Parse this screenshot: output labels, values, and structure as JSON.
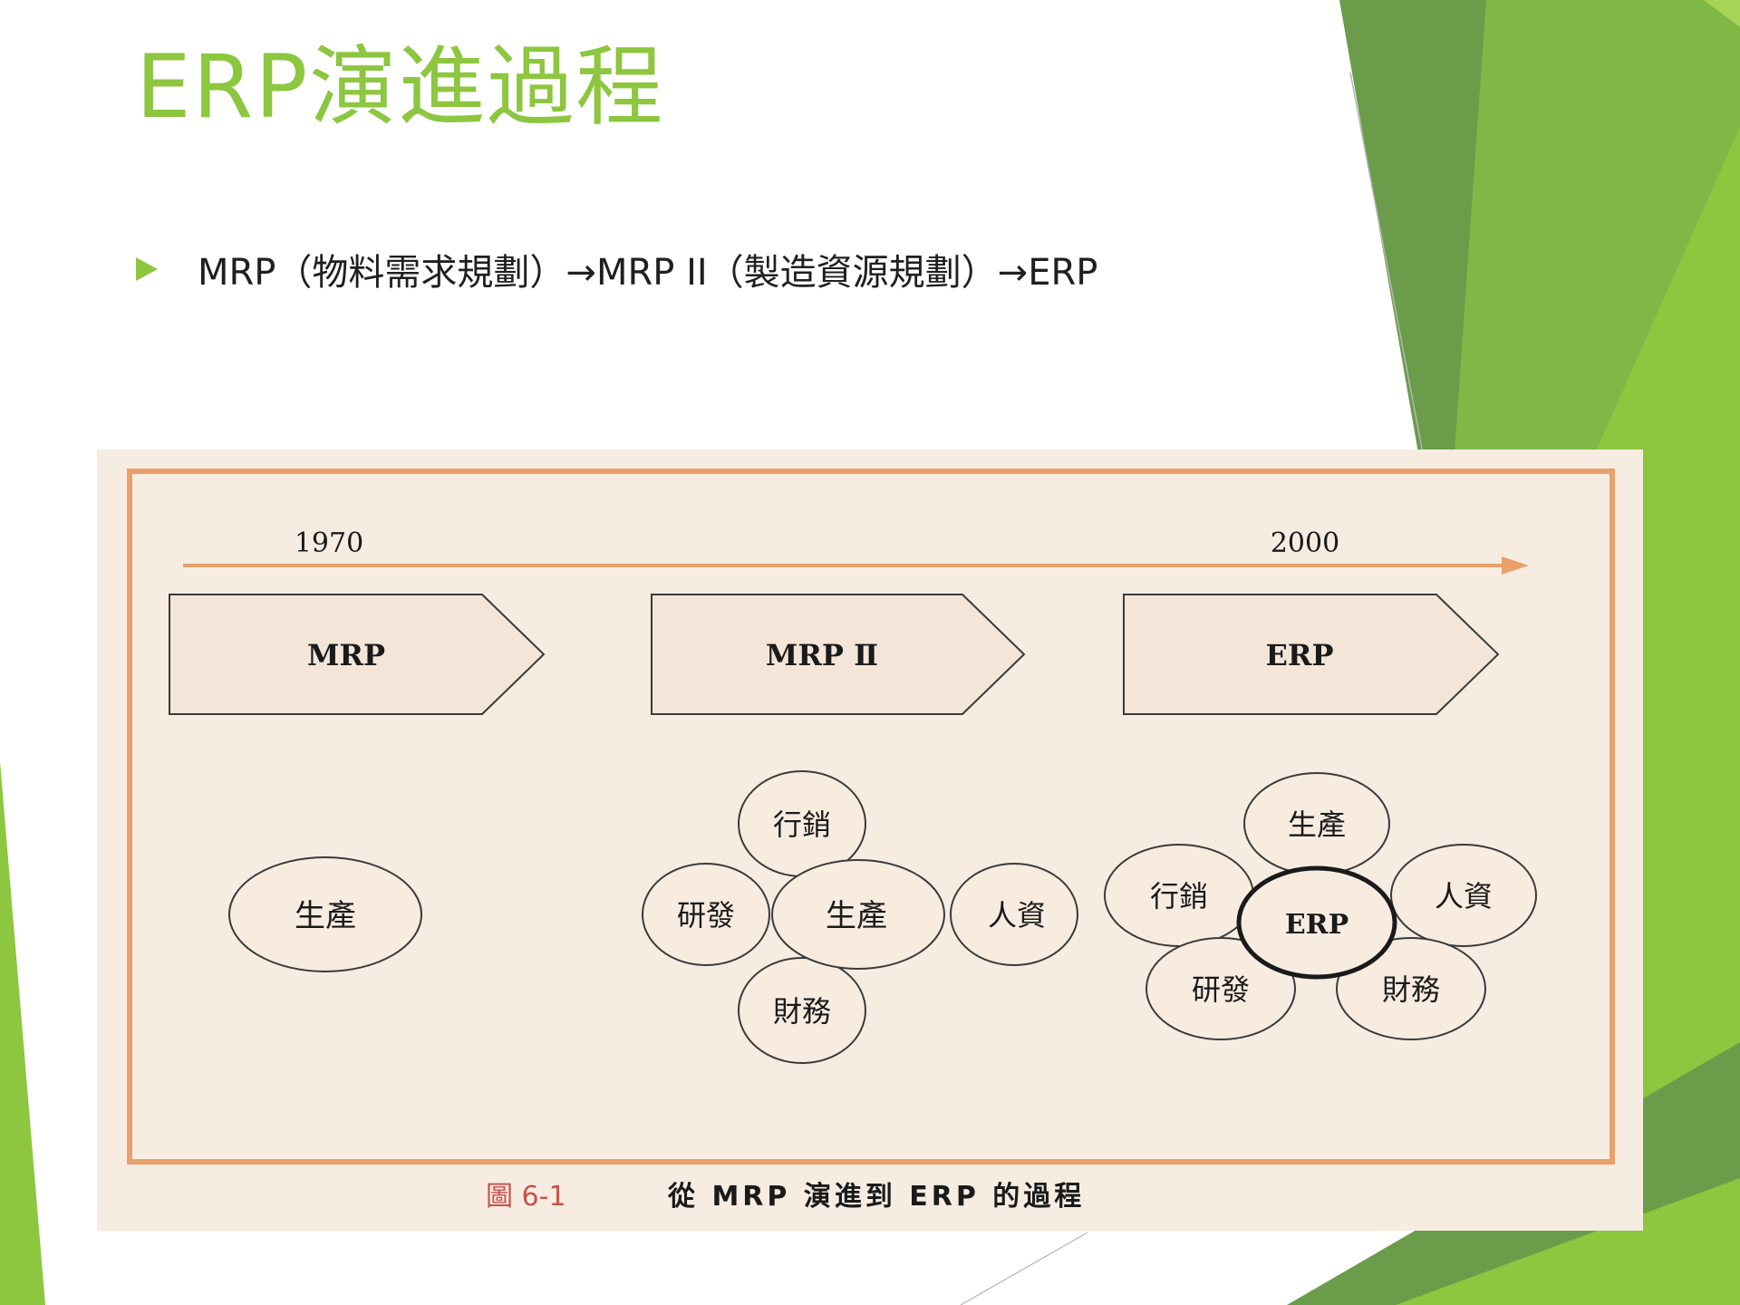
{
  "slide": {
    "title": "ERP演進過程",
    "bullet": "MRP（物料需求規劃）→MRP II（製造資源規劃）→ERP"
  },
  "figure": {
    "timeline": {
      "start": "1970",
      "end": "2000"
    },
    "stages": [
      {
        "label": "MRP",
        "center": "生產",
        "petals": []
      },
      {
        "label": "MRP Ⅱ",
        "center": "生產",
        "petals": [
          "行銷",
          "研發",
          "人資",
          "財務"
        ]
      },
      {
        "label": "ERP",
        "center": "ERP",
        "petals": [
          "生產",
          "行銷",
          "人資",
          "研發",
          "財務"
        ]
      }
    ],
    "caption": {
      "number": "圖 6-1",
      "text": "從 MRP 演進到 ERP 的過程"
    }
  },
  "colors": {
    "accent_green": "#8dc63f",
    "dark_green": "#6a9c4a",
    "figure_bg": "#f7ece2",
    "frame_orange": "#e9a06a",
    "caption_red": "#c9504a"
  }
}
